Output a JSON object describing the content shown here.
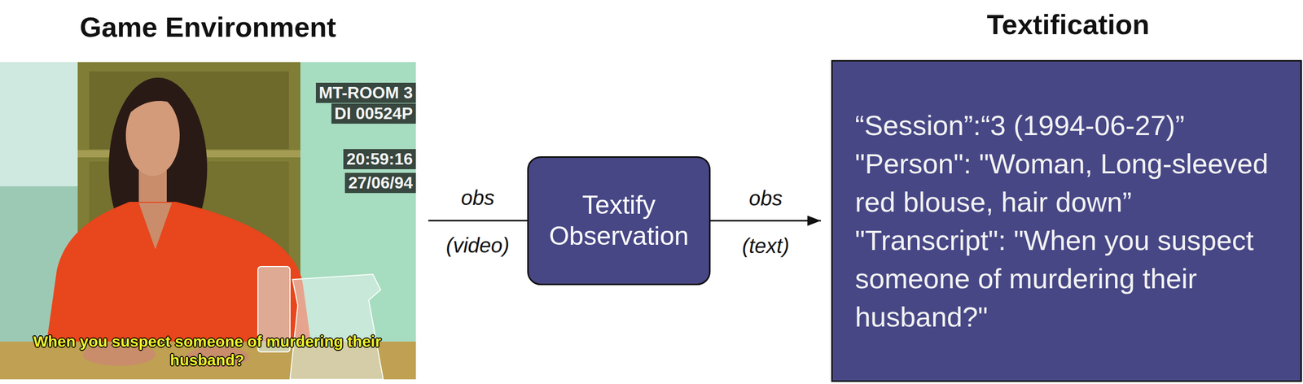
{
  "diagram": {
    "nodes": [
      {
        "text": [
          "Game Environment",
          "MT-ROOM 3",
          "DI 00524P",
          "20:59:16",
          "27/06/94",
          "When you suspect someone of murdering their husband?"
        ]
      },
      {
        "text": [
          "Textify Observation"
        ]
      },
      {
        "text": [
          "Textification",
          "“Session”:“3 (1994-06-27)”",
          "\"Person\": \"Woman, Long-sleeved red blouse, hair down”",
          "\"Transcript\": \"When you suspect someone of murdering their husband?\""
        ]
      }
    ],
    "edges": [
      {
        "from": 0,
        "to": 1,
        "arrow": "none",
        "label": "obs"
      },
      {
        "from": 1,
        "to": 2,
        "arrow": "to",
        "label": "obs"
      }
    ],
    "labels": [
      "(video)",
      "(text)"
    ]
  }
}
